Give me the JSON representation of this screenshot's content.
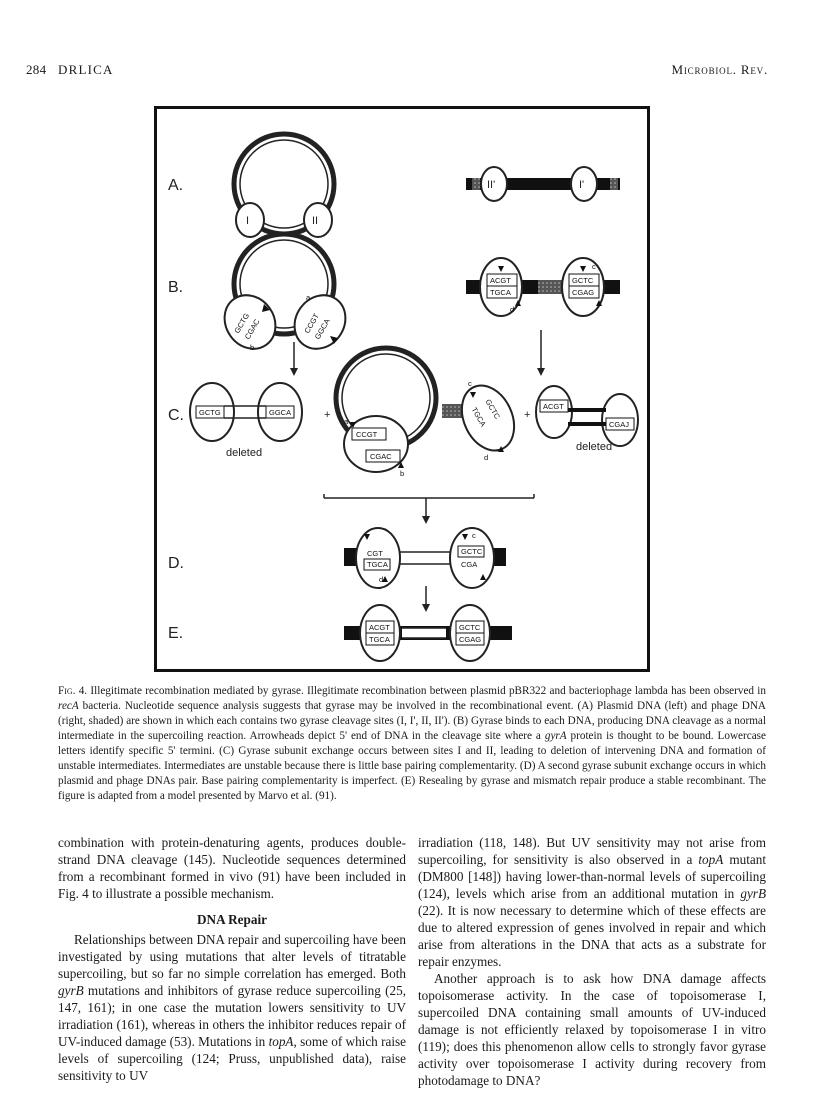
{
  "header": {
    "page_number": "284",
    "author": "DRLICA",
    "journal": "Microbiol. Rev."
  },
  "figure": {
    "row_labels": [
      "A.",
      "B.",
      "C.",
      "D.",
      "E."
    ],
    "site_labels": [
      "I",
      "II",
      "II'",
      "I'"
    ],
    "sequences": {
      "b_left_1": "GCTG",
      "b_left_2": "CGAC",
      "b_left_3": "CCGT",
      "b_left_4": "GGCA",
      "b_right_1": "ACGT",
      "b_right_2": "TGCA",
      "b_right_3": "GCTC",
      "b_right_4": "CGAG",
      "c_left_1": "GCTG",
      "c_left_2": "GGCA",
      "c_left_3": "CCGT",
      "c_left_4": "CGAC",
      "c_right_1": "GCTC",
      "c_right_2": "TGCA",
      "c_right_3": "ACGT",
      "c_right_4": "CGAJ",
      "d_1": "CGT",
      "d_2": "TGCA",
      "d_3": "GCTC",
      "d_4": "CGA",
      "e_1": "ACGT",
      "e_2": "TGCA",
      "e_3": "GCTC",
      "e_4": "CGAG"
    },
    "terminus_letters": [
      "a",
      "b",
      "c",
      "d"
    ],
    "deleted_label": "deleted",
    "plus_sign": "+"
  },
  "caption": {
    "label": "Fig. 4.",
    "text_1": "Illegitimate recombination mediated by gyrase. Illegitimate recombination between plasmid pBR322 and bacteriophage lambda has been observed in ",
    "rec_a": "recA",
    "text_2": " bacteria. Nucleotide sequence analysis suggests that gyrase may be involved in the recombinational event. (A) Plasmid DNA (left) and phage DNA (right, shaded) are shown in which each contains two gyrase cleavage sites (I, I', II, II'). (B) Gyrase binds to each DNA, producing DNA cleavage as a normal intermediate in the supercoiling reaction. Arrowheads depict 5' end of DNA in the cleavage site where a ",
    "gyr_a": "gyrA",
    "text_3": " protein is thought to be bound. Lowercase letters identify specific 5' termini. (C) Gyrase subunit exchange occurs between sites I and II, leading to deletion of intervening DNA and formation of unstable intermediates. Intermediates are unstable because there is little base pairing complementarity. (D) A second gyrase subunit exchange occurs in which plasmid and phage DNAs pair. Base pairing complementarity is imperfect. (E) Resealing by gyrase and mismatch repair produce a stable recombinant. The figure is adapted from a model presented by Marvo et al. (91)."
  },
  "body": {
    "left_p1": "combination with protein-denaturing agents, produces double-strand DNA cleavage (145). Nucleotide sequences determined from a recombinant formed in vivo (91) have been included in Fig. 4 to illustrate a possible mechanism.",
    "section_title": "DNA Repair",
    "left_p2_a": "Relationships between DNA repair and supercoiling have been investigated by using mutations that alter levels of titratable supercoiling, but so far no simple correlation has emerged. Both ",
    "left_p2_gyrb": "gyrB",
    "left_p2_b": " mutations and inhibitors of gyrase reduce supercoiling (25, 147, 161); in one case the mutation lowers sensitivity to UV irradiation (161), whereas in others the inhibitor reduces repair of UV-induced damage (53). Mutations in ",
    "left_p2_topa": "topA",
    "left_p2_c": ", some of which raise levels of supercoiling (124; Pruss, unpublished data), raise sensitivity to UV",
    "right_p1_a": "irradiation (118, 148). But UV sensitivity may not arise from supercoiling, for sensitivity is also observed in a ",
    "right_p1_topa": "topA",
    "right_p1_b": " mutant (DM800 [148]) having lower-than-normal levels of supercoiling (124), levels which arise from an additional mutation in ",
    "right_p1_gyrb": "gyrB",
    "right_p1_c": " (22). It is now necessary to determine which of these effects are due to altered expression of genes involved in repair and which arise from alterations in the DNA that acts as a substrate for repair enzymes.",
    "right_p2": "Another approach is to ask how DNA damage affects topoisomerase activity. In the case of topoisomerase I, supercoiled DNA containing small amounts of UV-induced damage is not efficiently relaxed by topoisomerase I in vitro (119); does this phenomenon allow cells to strongly favor gyrase activity over topoisomerase I activity during recovery from photodamage to DNA?"
  }
}
